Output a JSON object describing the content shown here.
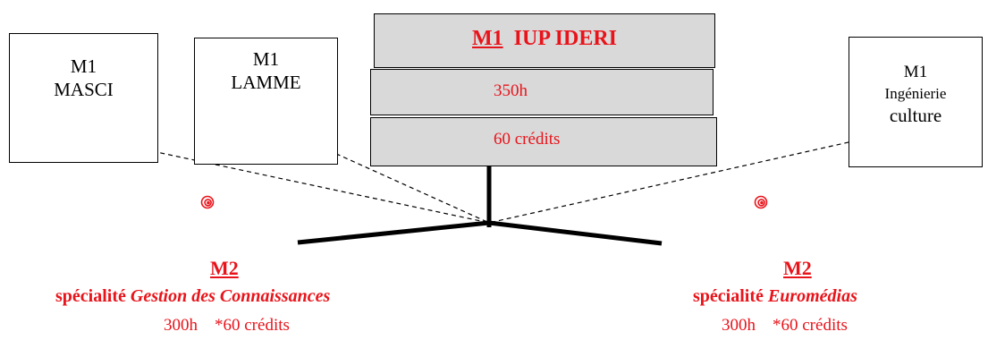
{
  "boxes": {
    "masci": {
      "line1": "M1",
      "line2": "MASCI"
    },
    "lamme": {
      "line1": "M1",
      "line2": "LAMME"
    },
    "ideri": {
      "title_prefix": "M1",
      "title_rest": "IUP IDERI",
      "hours": "350h",
      "credits": "60 crédits"
    },
    "culture": {
      "line1": "M1",
      "line2": "Ingénierie",
      "line3": "culture"
    }
  },
  "specialties": {
    "left": {
      "level": "M2",
      "prefix": "spécialité ",
      "name": "Gestion des Connaissances",
      "hours": "300h",
      "credits": "*60 crédits"
    },
    "right": {
      "level": "M2",
      "prefix": "spécialité ",
      "name": "Euromédias",
      "hours": "300h",
      "credits": "*60 crédits"
    }
  },
  "colors": {
    "accent": "#e8141b",
    "box_fill": "#d9d9d9"
  },
  "icons": [
    "spiral-icon",
    "spiral-icon"
  ]
}
